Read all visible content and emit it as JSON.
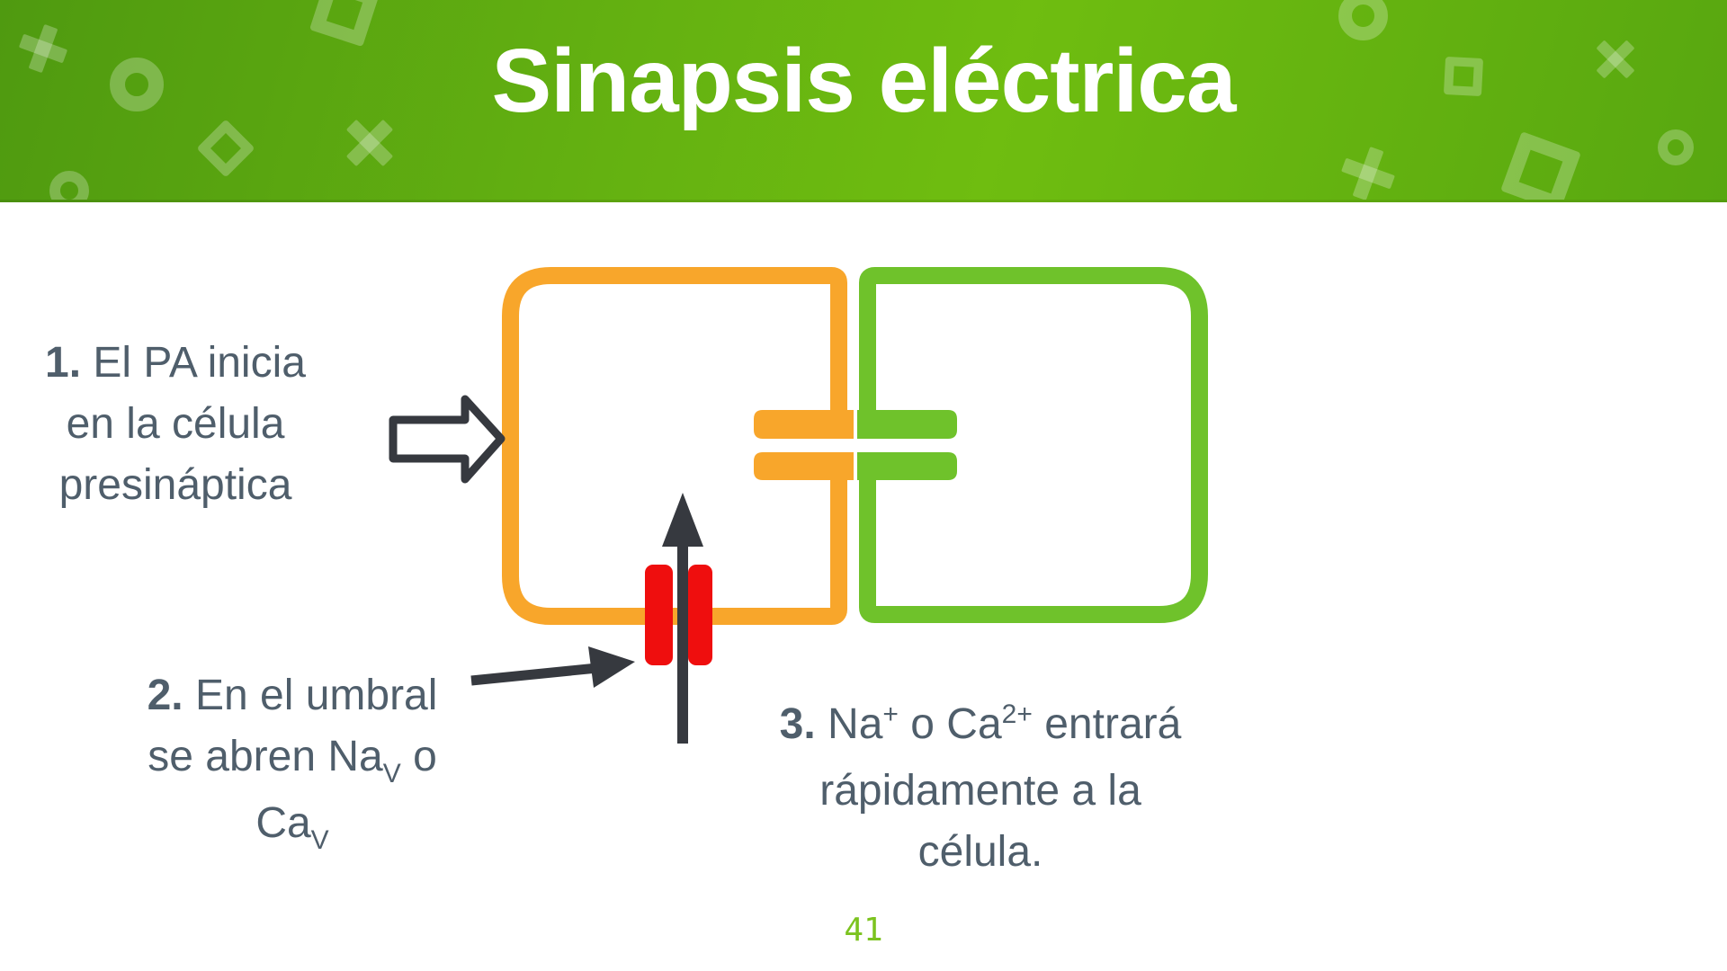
{
  "slide": {
    "title": "Sinapsis eléctrica",
    "page_number": "41"
  },
  "colors": {
    "header_green_dark": "#4f9a10",
    "header_green_bright": "#6fbd10",
    "decorative_shape": "rgba(255,255,255,0.25)",
    "presynaptic_orange": "#F8A62B",
    "postsynaptic_green": "#6FC22B",
    "channel_red": "#EF0E0E",
    "arrow_dark": "#36393F",
    "label_text": "#4F5E6B",
    "page_number_green": "#7CC31F",
    "white": "#FFFFFF"
  },
  "labels": {
    "step1": {
      "number": "1.",
      "line1": " El PA inicia",
      "line2": "en la célula",
      "line3": "presináptica"
    },
    "step2": {
      "number": "2.",
      "line1": " En el umbral",
      "line2_a": "se abren Na",
      "line2_sub": "V",
      "line2_b": " o",
      "line3_a": "Ca",
      "line3_sub": "V"
    },
    "step3": {
      "number": "3.",
      "line1_a": " Na",
      "line1_sup1": "+",
      "line1_b": " o Ca",
      "line1_sup2": "2+",
      "line1_c": " entrará",
      "line2": "rápidamente a la",
      "line3": "célula."
    }
  }
}
